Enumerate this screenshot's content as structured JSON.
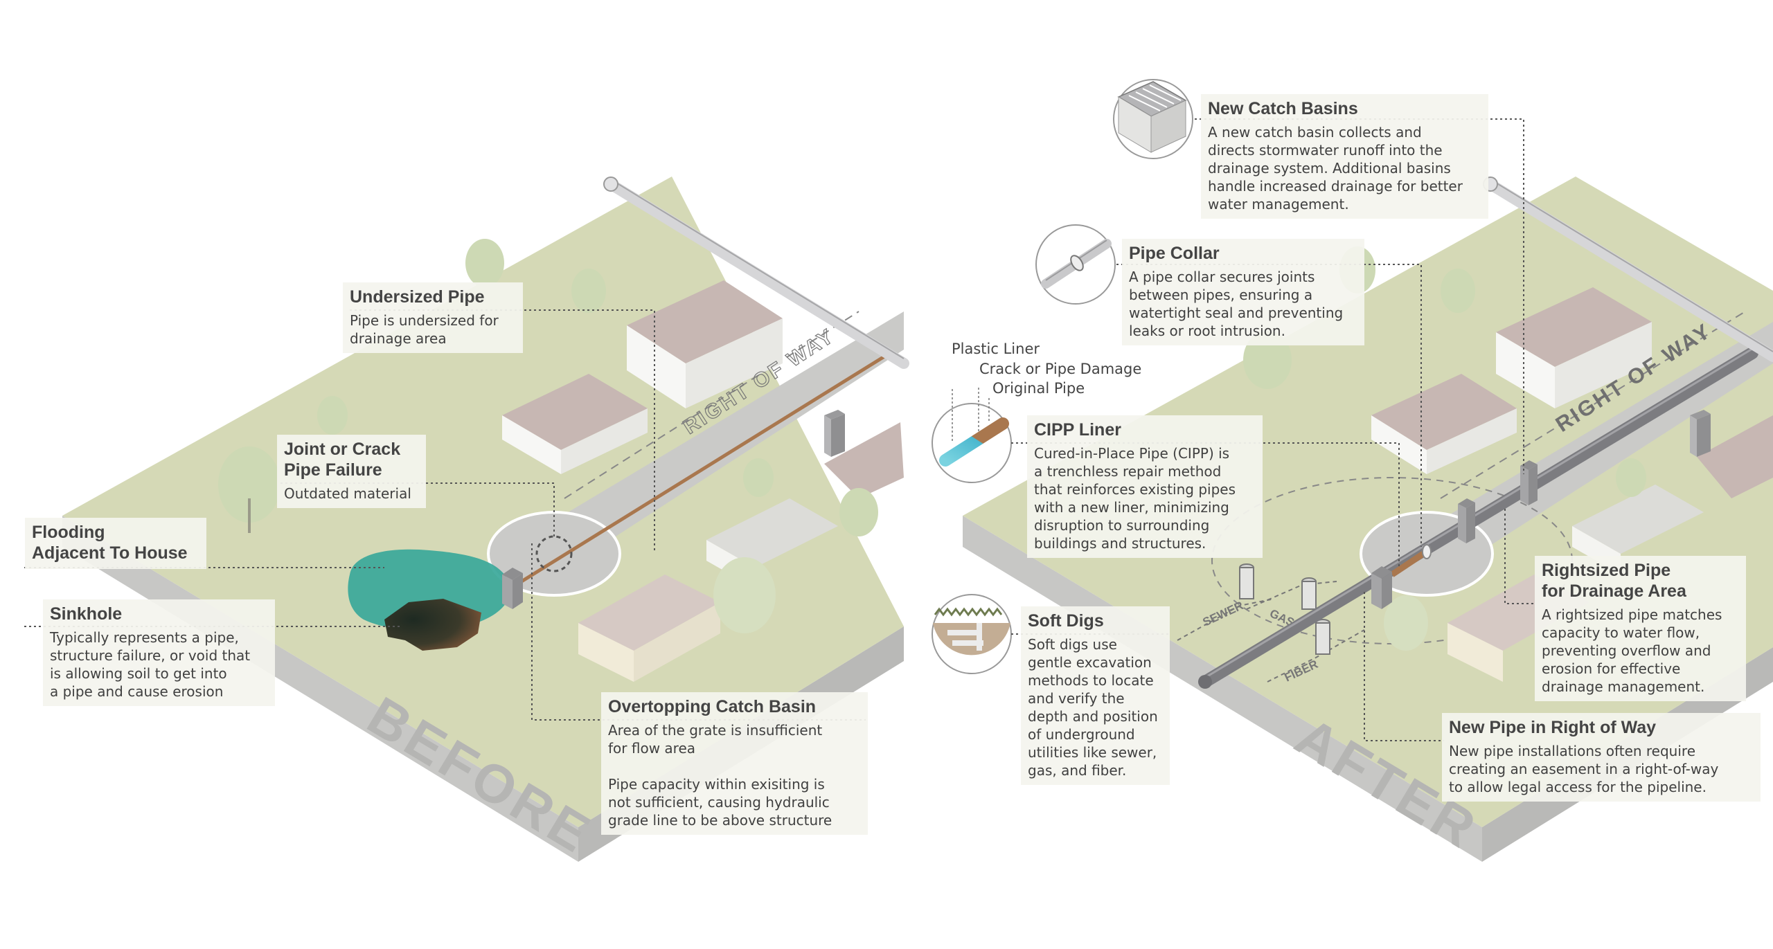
{
  "labels": {
    "before": "BEFORE",
    "after": "AFTER",
    "right_of_way_before": "RIGHT OF WAY",
    "right_of_way_after": "RIGHT OF WAY",
    "sewer": "SEWER",
    "gas": "GAS",
    "fiber": "FIBER"
  },
  "before": {
    "undersized_pipe": {
      "title": "Undersized Pipe",
      "body": "Pipe is undersized for\ndrainage area"
    },
    "joint_failure": {
      "title": "Joint or Crack\nPipe Failure",
      "body": "Outdated material"
    },
    "flooding": {
      "title": "Flooding\nAdjacent To House"
    },
    "sinkhole": {
      "title": "Sinkhole",
      "body": "Typically represents a pipe,\nstructure failure, or void that\nis allowing soil to get into\na pipe and cause erosion"
    },
    "overtopping": {
      "title": "Overtopping Catch Basin",
      "body1": "Area of the grate is insufficient\nfor flow area",
      "body2": "Pipe capacity within exisiting is\nnot sufficient, causing hydraulic\ngrade line to be above structure"
    }
  },
  "after": {
    "catch_basins": {
      "title": "New Catch Basins",
      "body": "A new catch basin collects and\ndirects stormwater runoff into the\ndrainage system. Additional basins\nhandle increased drainage for better\nwater management."
    },
    "pipe_collar": {
      "title": "Pipe Collar",
      "body": "A pipe collar secures joints\nbetween pipes, ensuring a\nwatertight seal and preventing\nleaks or root intrusion."
    },
    "liner_layers": {
      "plastic": "Plastic Liner",
      "crack": "Crack or Pipe Damage",
      "original": "Original Pipe"
    },
    "cipp": {
      "title": "CIPP Liner",
      "body": "Cured-in-Place Pipe (CIPP) is\na trenchless repair method\nthat reinforces existing pipes\nwith a new liner, minimizing\ndisruption to surrounding\nbuildings and structures."
    },
    "soft_digs": {
      "title": "Soft Digs",
      "body": "Soft digs use\ngentle excavation\nmethods to locate\nand verify the\ndepth and position\nof underground\nutilities like sewer,\ngas, and fiber."
    },
    "rightsized": {
      "title": "Rightsized Pipe\nfor Drainage Area",
      "body": "A rightsized pipe matches\ncapacity to water flow,\npreventing overflow and\nerosion for effective\ndrainage management."
    },
    "new_pipe_row": {
      "title": "New Pipe in Right of Way",
      "body": "New pipe installations often require\ncreating an easement in a right-of-way\nto allow legal access for the pipeline."
    }
  },
  "colors": {
    "ground": "#d3d7b4",
    "road": "#c9c9c7",
    "slab_side": "#c4c4c2",
    "water": "#3aa89a",
    "pipe_old": "#a9774e",
    "pipe_new": "#7c7c80",
    "tree": "#cdd9b4",
    "roof": "#c7b7b3"
  }
}
